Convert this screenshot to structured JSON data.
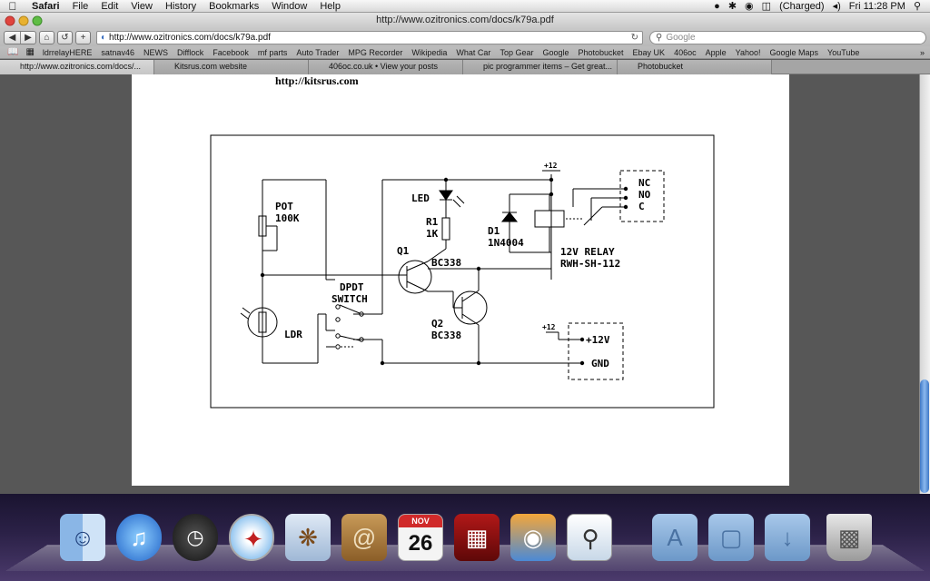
{
  "menubar": {
    "app": "Safari",
    "items": [
      "File",
      "Edit",
      "View",
      "History",
      "Bookmarks",
      "Window",
      "Help"
    ],
    "battery": "(Charged)",
    "clock": "Fri 11:28 PM"
  },
  "window": {
    "title": "http://www.ozitronics.com/docs/k79a.pdf"
  },
  "toolbar": {
    "url": "http://www.ozitronics.com/docs/k79a.pdf",
    "search_placeholder": "Google"
  },
  "bookmarks": [
    "ldrrelayHERE",
    "satnav46",
    "NEWS",
    "Difflock",
    "Facebook",
    "mf parts",
    "Auto Trader",
    "MPG Recorder",
    "Wikipedia",
    "What Car",
    "Top Gear",
    "Google",
    "Photobucket",
    "Ebay UK",
    "406oc",
    "Apple",
    "Yahoo!",
    "Google Maps",
    "YouTube"
  ],
  "tabs": [
    "http://www.ozitronics.com/docs/...",
    "Kitsrus.com website",
    "406oc.co.uk • View your posts",
    "pic programmer items – Get great...",
    "Photobucket"
  ],
  "pdf": {
    "header_link": "http://kitsrus.com",
    "labels": {
      "pot": "POT",
      "pot_val": "100K",
      "ldr": "LDR",
      "dpdt1": "DPDT",
      "dpdt2": "SWITCH",
      "led": "LED",
      "r1": "R1",
      "r1_val": "1K",
      "q1": "Q1",
      "q1_part": "BC338",
      "q2": "Q2",
      "q2_part": "BC338",
      "d1": "D1",
      "d1_part": "1N4004",
      "relay1": "12V  RELAY",
      "relay2": "RWH-SH-112",
      "plus12": "+12",
      "nc": "NC",
      "no": "NO",
      "c": "C",
      "plus12_b": "+12",
      "v12": "+12V",
      "gnd": "GND"
    }
  },
  "dock": {
    "calendar_month": "NOV",
    "calendar_day": "26",
    "items": [
      "finder-icon",
      "itunes-icon",
      "dashboard-icon",
      "safari-icon",
      "mail-icon",
      "address-book-icon",
      "ical-icon",
      "front-row-icon",
      "iphoto-icon",
      "photo-booth-icon",
      "preview-icon",
      "applications-folder-icon",
      "documents-folder-icon",
      "downloads-folder-icon",
      "trash-icon"
    ]
  }
}
